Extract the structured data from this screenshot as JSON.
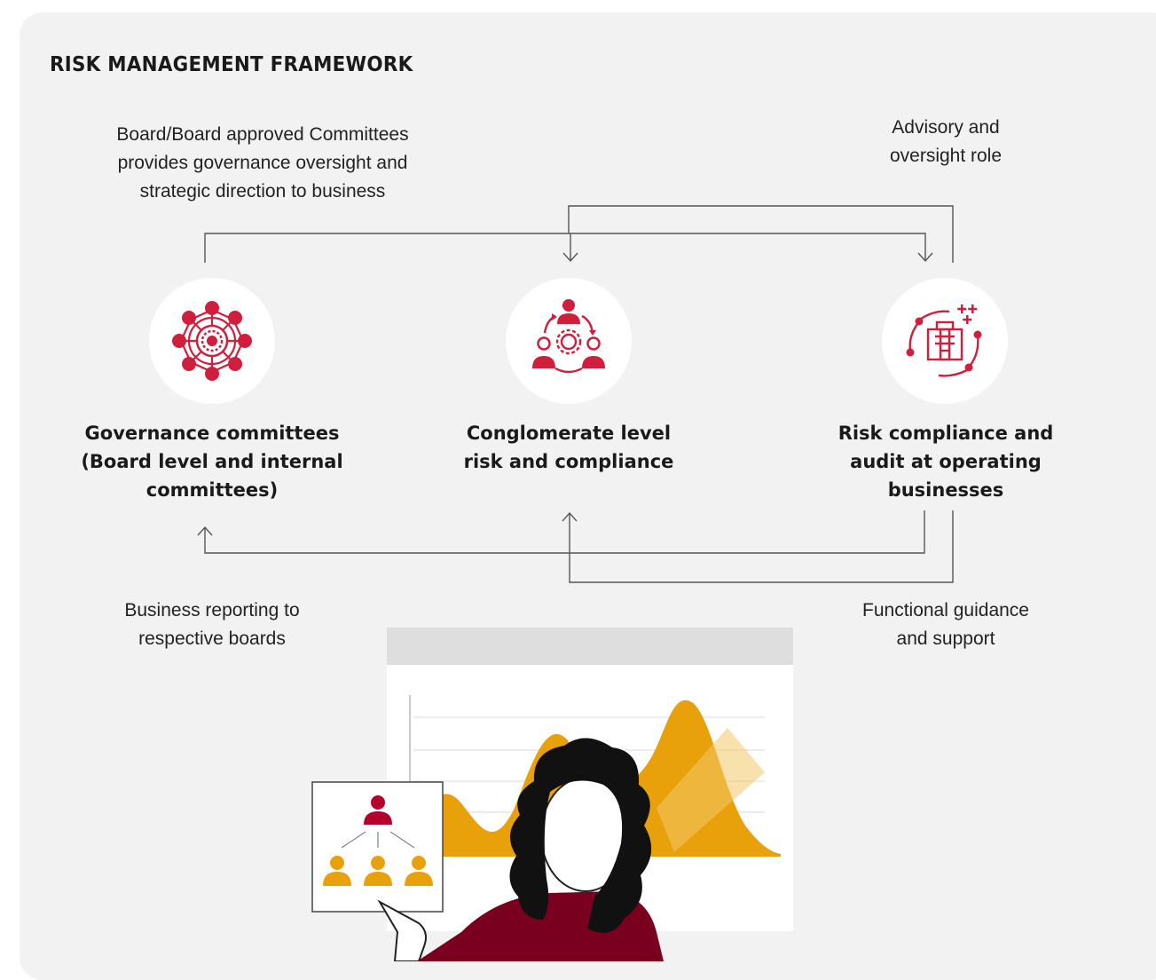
{
  "title": "RISK MANAGEMENT FRAMEWORK",
  "notes": {
    "board_governance": [
      "Board/Board approved Committees",
      "provides governance oversight and",
      "strategic direction to business"
    ],
    "advisory": [
      "Advisory and",
      "oversight role"
    ],
    "business_reporting": [
      "Business reporting to",
      "respective boards"
    ],
    "functional_guidance": [
      "Functional guidance",
      "and support"
    ]
  },
  "nodes": [
    {
      "icon": "network-hub-icon",
      "label_lines": [
        "Governance committees",
        "(Board level and internal",
        "committees)"
      ]
    },
    {
      "icon": "team-cycle-gear-icon",
      "label_lines": [
        "Conglomerate level",
        "risk and compliance"
      ]
    },
    {
      "icon": "building-cycle-icon",
      "label_lines": [
        "Risk compliance and",
        "audit at operating",
        "businesses"
      ]
    }
  ],
  "colors": {
    "accent_red": "#d01f3c",
    "panel_bg": "#f2f2f2",
    "line": "#555555",
    "chart_yellow": "#e8a10a",
    "maroon": "#7a0020"
  }
}
